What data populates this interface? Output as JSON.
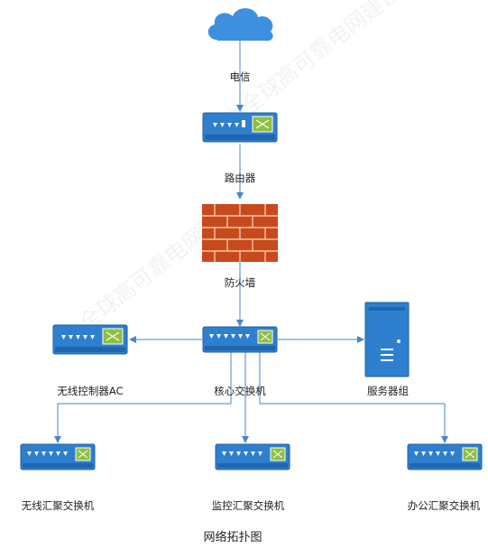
{
  "labels": {
    "telecom": "电信",
    "router": "路由器",
    "firewall": "防火墙",
    "wireless_ac": "无线控制器AC",
    "core_switch": "核心交换机",
    "server_group": "服务器组",
    "wireless_agg": "无线汇聚交换机",
    "monitor_agg": "监控汇聚交换机",
    "office_agg": "办公汇聚交换机",
    "caption": "网络拓扑图"
  },
  "colors": {
    "device_blue": "#2f7fcf",
    "cloud_blue": "#3d8fe0",
    "firewall_red": "#c8491b",
    "link_blue": "#4a86c8",
    "port_green": "#8fbf3f"
  }
}
